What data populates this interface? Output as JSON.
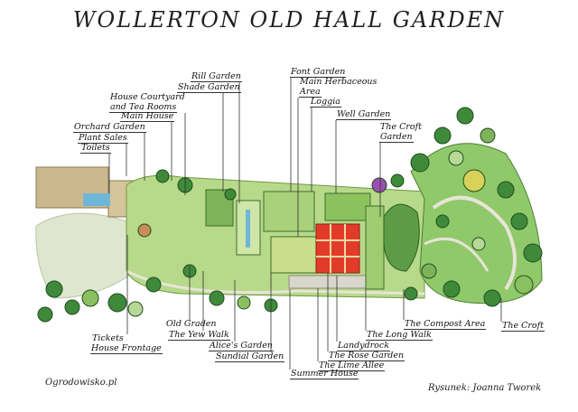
{
  "title": "WOLLERTON OLD HALL GARDEN",
  "labels": {
    "rill_garden": "Rill Garden",
    "shade_garden": "Shade Garden",
    "house_courtyard": "House Courtyard",
    "tea_rooms": "and Tea Rooms",
    "main_house": "Main House",
    "orchard_garden": "Orchard Garden",
    "plant_sales": "Plant Sales",
    "toilets": "Toilets",
    "font_garden": "Font Garden",
    "main_herbaceous": "Main Herbaceous",
    "area": "Area",
    "loggia": "Loggia",
    "well_garden": "Well Garden",
    "the_croft_garden_1": "The Croft",
    "the_croft_garden_2": "Garden",
    "tickets": "Tickets",
    "house_frontage": "House Frontage",
    "old_graden": "Old Graden",
    "the_yew_walk": "The Yew Walk",
    "alices_garden": "Alice's Garden",
    "sundial_garden": "Sundial Garden",
    "summer_house": "Summer House",
    "the_lime_allee": "The Lime Allee",
    "the_rose_garden": "The Rose Garden",
    "landydrock": "Landydrock",
    "the_long_walk": "The Long Walk",
    "the_compost_area": "The Compost Area",
    "the_croft": "The Croft"
  },
  "footer": {
    "source": "Ogrodowisko.pl",
    "credit": "Rysunek: Joanna Tworek"
  },
  "colors": {
    "lawn": "#9ccf6a",
    "tree": "#3f8a3a",
    "rose": "#e23b2a",
    "path": "#d9d6cc",
    "roof": "#cbb88f",
    "water": "#6fb7d8"
  }
}
